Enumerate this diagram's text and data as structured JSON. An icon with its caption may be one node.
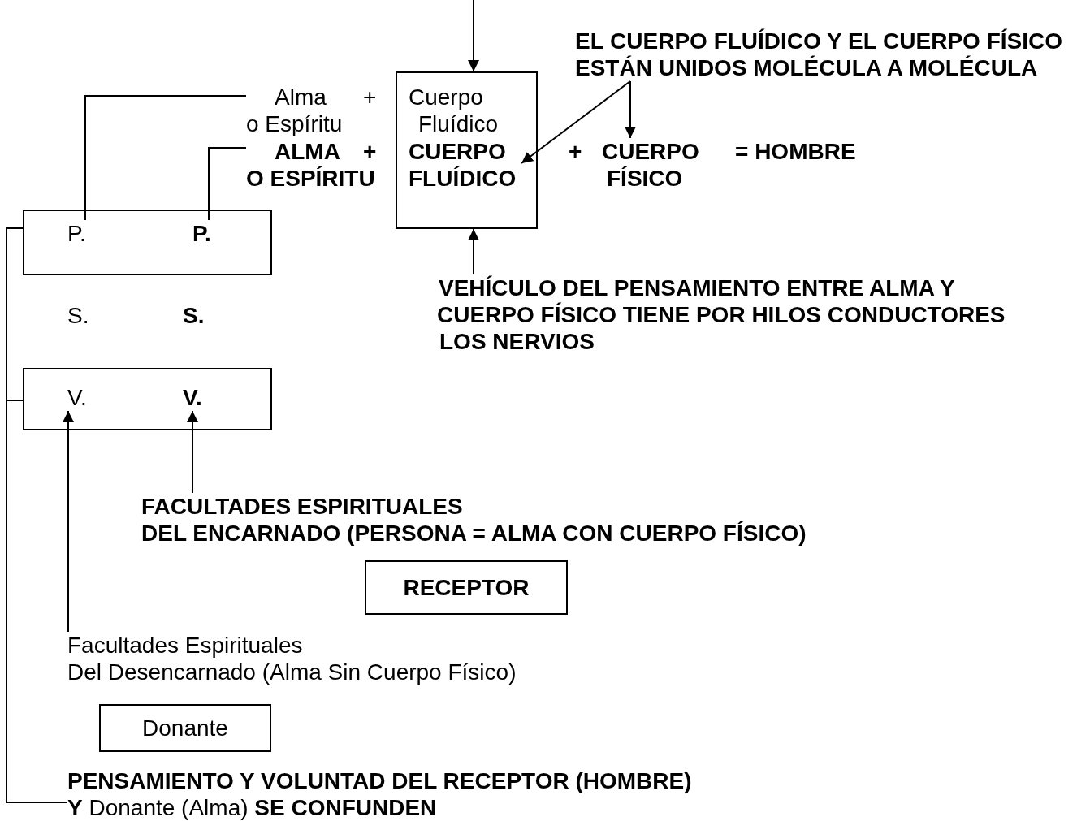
{
  "diagram": {
    "nodes": [
      {
        "text": [
          "Alma o Espíritu"
        ]
      },
      {
        "text": [
          "ALMA O ESPÍRITU"
        ]
      },
      {
        "text": [
          "Cuerpo Fluídico",
          "CUERPO FLUÍDICO"
        ]
      },
      {
        "text": [
          "CUERPO FÍSICO"
        ]
      },
      {
        "text": [
          "EL CUERPO FLUÍDICO Y EL CUERPO FÍSICO ESTÁN UNIDOS MOLÉCULA A MOLÉCULA"
        ]
      },
      {
        "text": [
          "VEHÍCULO DEL PENSAMIENTO ENTRE ALMA Y CUERPO FÍSICO TIENE POR HILOS CONDUCTORES LOS NERVIOS"
        ]
      },
      {
        "text": [],
        "shape": "box"
      },
      {
        "text": [
          "P."
        ],
        "in": 6
      },
      {
        "text": [
          "P."
        ],
        "in": 6
      },
      {
        "text": [],
        "shape": "box"
      },
      {
        "text": [
          "V."
        ],
        "in": 9
      },
      {
        "text": [
          "V."
        ],
        "in": 9
      },
      {
        "text": [
          "FACULTADES ESPIRITUALES DEL ENCARNADO (PERSONA = ALMA CON CUERPO FÍSICO)"
        ]
      },
      {
        "text": [
          "RECEPTOR"
        ]
      },
      {
        "text": [
          "Facultades Espirituales Del Desencarnado (Alma Sin Cuerpo Físico)"
        ]
      },
      {
        "text": [
          "Donante"
        ]
      },
      {
        "text": [
          "**PENSAMIENTO Y VOLUNTAD DEL RECEPTOR (HOMBRE) Y** Donante (Alma) **SE CONFUNDEN**"
        ]
      }
    ],
    "edges": [
      {
        "from": null,
        "to": 2,
        "arrow": "to"
      },
      {
        "from": 4,
        "to": 2,
        "arrow": "to"
      },
      {
        "from": 4,
        "to": 3,
        "arrow": "to"
      },
      {
        "from": 0,
        "to": 7,
        "arrow": "none"
      },
      {
        "from": 1,
        "to": 8,
        "arrow": "none"
      },
      {
        "from": 5,
        "to": 2,
        "arrow": "to"
      },
      {
        "from": 12,
        "to": 11,
        "arrow": "to"
      },
      {
        "from": 14,
        "to": 10,
        "arrow": "to"
      },
      {
        "from": 16,
        "to": 6,
        "arrow": "none"
      },
      {
        "from": 16,
        "to": 9,
        "arrow": "none"
      }
    ],
    "labels": [
      "+",
      "+",
      "+",
      "= HOMBRE",
      "S.",
      "S."
    ]
  }
}
